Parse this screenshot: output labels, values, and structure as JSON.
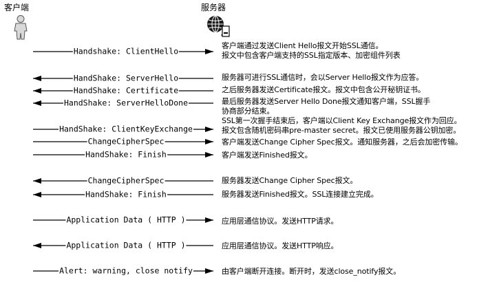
{
  "actors": {
    "client": {
      "label": "客户端",
      "icon": "person-icon"
    },
    "server": {
      "label": "服务器",
      "icon": "globe-server-icon"
    }
  },
  "messages": [
    {
      "label": "Handshake: ClientHello",
      "direction": "right"
    },
    {
      "label": "HandShake: ServerHello",
      "direction": "left"
    },
    {
      "label": "HandShake: Certificate",
      "direction": "left"
    },
    {
      "label": "HandShake: ServerHelloDone",
      "direction": "left"
    },
    {
      "label": "HandShake: ClientKeyExchange",
      "direction": "right"
    },
    {
      "label": "ChangeCipherSpec",
      "direction": "right"
    },
    {
      "label": "HandShake: Finish",
      "direction": "right"
    },
    {
      "label": "ChangeCipherSpec",
      "direction": "left"
    },
    {
      "label": "HandShake: Finish",
      "direction": "left"
    },
    {
      "label": "Application Data ( HTTP )",
      "direction": "right"
    },
    {
      "label": "Application Data ( HTTP )",
      "direction": "left"
    },
    {
      "label": "Alert: warning, close notify",
      "direction": "right"
    }
  ],
  "notes": [
    {
      "lines": [
        "客户端通过发送Client Hello报文开始SSL通信。",
        "报文中包含客户端支持的SSL指定版本、加密组件列表"
      ]
    },
    {
      "lines": [
        "服务器可进行SSL通信时，会以Server Hello报文作为应答。"
      ]
    },
    {
      "lines": [
        "之后服务器发送Certificate报文。报文中包含公开秘钥证书。"
      ]
    },
    {
      "lines": [
        "最后服务器发送Server Hello Done报文通知客户端，SSL握手",
        "协商部分结束。"
      ]
    },
    {
      "lines": [
        "SSL第一次握手结束后，客户端以Client Key Exchange报文作为回应。",
        "报文包含随机密码串pre-master secret。报文已使用服务器公钥加密。"
      ]
    },
    {
      "lines": [
        "客户端发送Change Cipher Spec报文。通知服务器，之后会加密传输。"
      ]
    },
    {
      "lines": [
        "客户端发送Finished报文。"
      ]
    },
    {
      "lines": [
        "服务器发送Change Cipher Spec报文。"
      ]
    },
    {
      "lines": [
        "服务器发送Finished报文。SSL连接建立完成。"
      ]
    },
    {
      "lines": [
        "应用层通信协议。发送HTTP请求。"
      ]
    },
    {
      "lines": [
        "应用层通信协议。发送HTTP响应。"
      ]
    },
    {
      "lines": [
        "由客户端断开连接。断开时，发送close_notify报文。"
      ]
    }
  ]
}
